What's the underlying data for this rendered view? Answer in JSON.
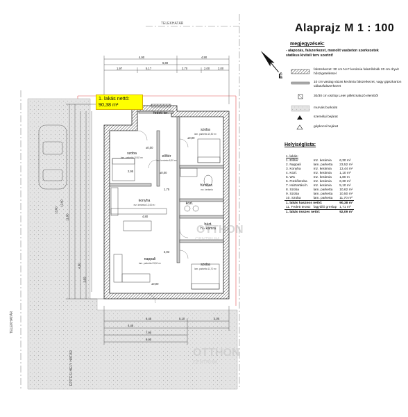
{
  "header": {
    "title": "Alaprajz M 1 : 100"
  },
  "notes": {
    "heading": "megjegyzések:",
    "body": "- alapozás, falszerkezet, monolit vasbeton szerkezetek statikus kiviteli terv szerint!"
  },
  "legend": [
    {
      "icon": "hatched-wall-icon",
      "text": "falszerkezet: 30 cm N+F kerámia falazóblokk 20 cm dryvit hőszigeteléssel"
    },
    {
      "icon": "thin-wall-icon",
      "text": "10 cm vastag vázas kerámia falszerkezet, vagy gipszkarton válaszfalszerkezet"
    },
    {
      "icon": "column-icon",
      "text": "30/30 cm oszlop Leier pillérzsaluzó elemből"
    },
    {
      "icon": "paving-icon",
      "text": "murvás burkolat"
    },
    {
      "icon": "pedestrian-entry-icon",
      "text": "személyi bejárat"
    },
    {
      "icon": "vehicle-entry-icon",
      "text": "gépkocsi bejárat"
    }
  ],
  "rooms_heading": "Helyiséglista:",
  "room_list": {
    "unit_label": "1. lakás:",
    "rows": [
      {
        "name": "1. Előtér",
        "floor": "mz. kerámia",
        "area": "6,30 m²"
      },
      {
        "name": "2. Nappali",
        "floor": "lam. parketta",
        "area": "23,52 m²"
      },
      {
        "name": "3. Konyha",
        "floor": "mz. kerámia",
        "area": "13,44 m²"
      },
      {
        "name": "4. Közl.",
        "floor": "mz. kerámia",
        "area": "1,10 m²"
      },
      {
        "name": "5. WC",
        "floor": "mz. kerámia",
        "area": "1,80 m"
      },
      {
        "name": "6. Fürdőszoba",
        "floor": "mz. kerámia",
        "area": "6,30 m²"
      },
      {
        "name": "7. Háztartási h.",
        "floor": "mz. kerámia",
        "area": "5,10 m²"
      },
      {
        "name": "8. Szoba",
        "floor": "lam. parketta",
        "area": "10,62 m²"
      },
      {
        "name": "9. Szoba",
        "floor": "lam. parketta",
        "area": "10,50 m²"
      },
      {
        "name": "10. Szoba",
        "floor": "lam. parketta",
        "area": "11,70 m²"
      }
    ],
    "net_label": "1. lakás hasznos nettó:",
    "net_value": "90,38 m²",
    "terrace_label": "11. Fedett terasz",
    "terrace_floor": "fagyálló greslap",
    "terrace_value": "1,71 m²",
    "total_label": "1. lakás összes nettó:",
    "total_value": "92,09 m²"
  },
  "highlight": {
    "line1": "1. lakás nettó:",
    "line2": "90,38 m²"
  },
  "plan_labels": {
    "szoba_left": "szoba",
    "szoba_left_sub": "lam. parketta 10,62 m²",
    "szoba_right": "szoba",
    "szoba_right_sub": "lam. parketta 10,50 m²",
    "szoba_bottom": "szoba",
    "szoba_bottom_sub": "lam. parketta 11,70 m²",
    "eloter": "előtér",
    "eloter_sub": "mz. kerámia 6,30 m²",
    "konyha": "konyha",
    "konyha_sub": "mz. kerámia 13,44 m²",
    "nappali": "nappali",
    "nappali_sub": "lam. parketta 23,52 m²",
    "furdo": "fürdősz.",
    "furdo_sub": "mz. kerámia",
    "kozl": "közl.",
    "hazt": "házt.",
    "hazt2": "h.- kamra",
    "fedett_ter": "fedett ter.",
    "level_a": "±0,00",
    "level_b": "±0,00",
    "level_c": "±0,00",
    "level_d": "±0,00",
    "telekhatar_top": "TELEKHATÁR",
    "telekhatar_left": "TELEKHATÁR",
    "epitesi_hatar": "ÉPÍTÉSI HELY HATÁR"
  },
  "dims": {
    "top_total": "4,90",
    "top_b": "4,90",
    "top_c": "6,80",
    "top_d": "1,97",
    "top_e": "5,17",
    "top_f": "2,70",
    "top_g": "2,00",
    "top_h": "2,00",
    "inner_a": "2,95",
    "inner_b": "1,75",
    "inner_c": "4,80",
    "inner_d": "3,93",
    "bottom_a": "6,45",
    "bottom_b": "4,45",
    "bottom_c": "5,10",
    "bottom_d": "2,00",
    "bottom_e": "7,90",
    "bottom_f": "9,90",
    "left_a": "12,90",
    "left_b": "11,90",
    "left_c": "13,60",
    "left_d": "4,90",
    "left_e": "3,55"
  },
  "colors": {
    "highlight": "#ffff00",
    "paving": "#dcdcdc",
    "wall_hatch": "#555555",
    "red_line": "#e05050",
    "watermark": "#b8b8b8"
  }
}
